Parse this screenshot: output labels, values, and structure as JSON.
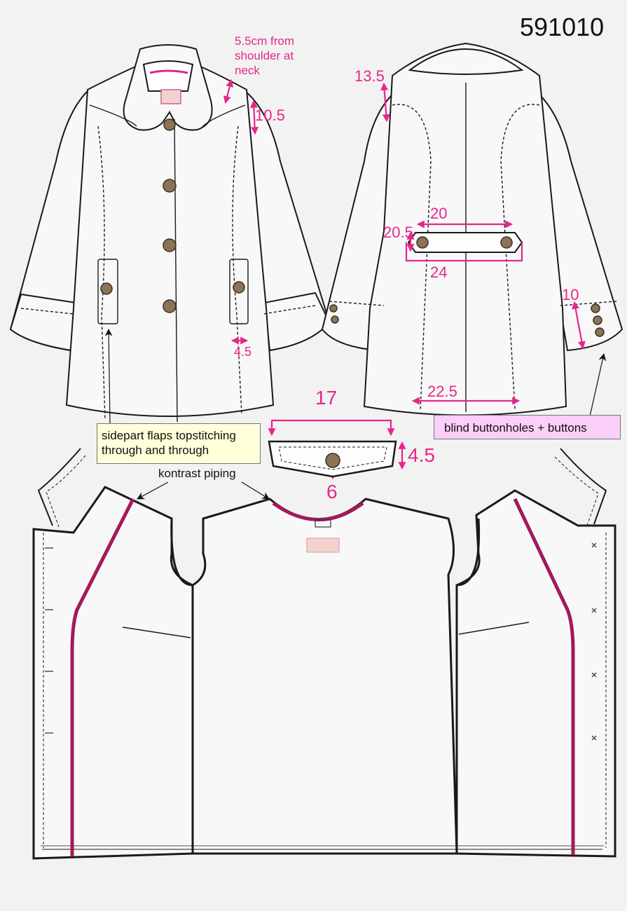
{
  "header": {
    "style_code": "591010"
  },
  "annotations": {
    "neck_note": "5.5cm from shoulder at neck",
    "sidepart_flaps": "sidepart flaps topstitching through and through",
    "kontrast_piping": "kontrast piping",
    "blind_buttonholes": "blind buttonholes + buttons"
  },
  "measurements": {
    "shoulder_front": "10.5",
    "pocket_side": "4.5",
    "shoulder_back": "13.5",
    "belt_top": "20",
    "belt_height": "20.5",
    "belt_bottom": "24",
    "cuff": "10",
    "back_hem": "22.5",
    "tab_width": "17",
    "tab_height": "4.5",
    "tab_center": "6"
  },
  "colors": {
    "accent": "#e8268a",
    "piping": "#a3195b",
    "outline": "#1a1a1a",
    "background": "#f2f2f2",
    "callout_yellow": "#ffffd9",
    "callout_pink": "#fccffa"
  }
}
